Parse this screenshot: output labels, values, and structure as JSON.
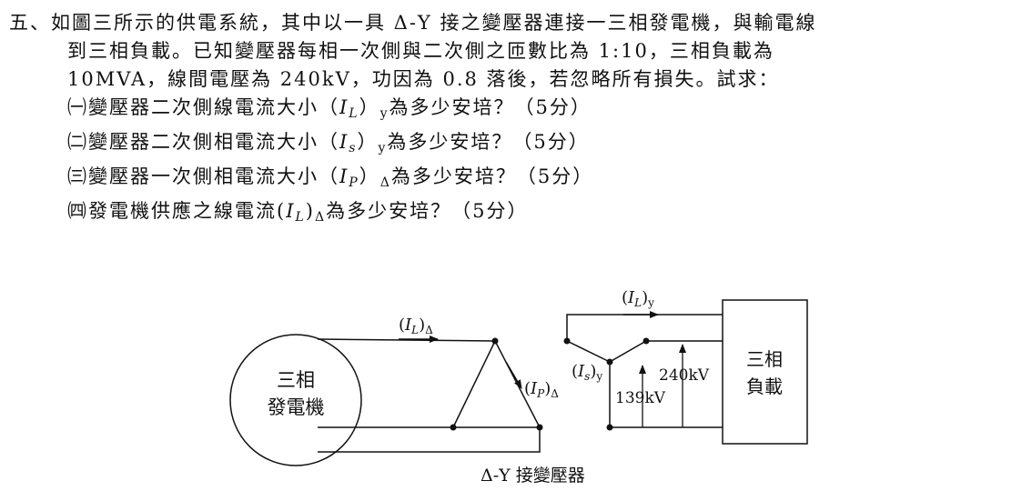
{
  "problem": {
    "header_label": "五、",
    "header_text": "如圖三所示的供電系統，其中以一具 Δ-Y 接之變壓器連接一三相發電機，與輸電線",
    "line2": "到三相負載。已知變壓器每相一次側與二次側之匝數比為 1:10，三相負載為",
    "line3": "10MVA，線間電壓為 240kV，功因為 0.8 落後，若忽略所有損失。試求：",
    "questions": [
      {
        "marker": "㈠",
        "text": "變壓器二次側線電流大小（",
        "var": "I",
        "var_sub": "L",
        "close": "）",
        "outer_sub": "y",
        "tail": "為多少安培？（5分）"
      },
      {
        "marker": "㈡",
        "text": "變壓器二次側相電流大小（",
        "var": "I",
        "var_sub": "s",
        "close": "）",
        "outer_sub": "y",
        "tail": "為多少安培？（5分）"
      },
      {
        "marker": "㈢",
        "text": "變壓器一次側相電流大小（",
        "var": "I",
        "var_sub": "P",
        "close": "）",
        "outer_sub": "Δ",
        "tail": "為多少安培？（5分）"
      },
      {
        "marker": "㈣",
        "text": "發電機供應之線電流(",
        "var": "I",
        "var_sub": "L",
        "close": ")",
        "outer_sub": "Δ",
        "tail": "為多少安培？（5分）"
      }
    ]
  },
  "diagram": {
    "generator_line1": "三相",
    "generator_line2": "發電機",
    "load_line1": "三相",
    "load_line2": "負載",
    "label_IL_delta": {
      "var": "I",
      "sub": "L",
      "outer": "Δ"
    },
    "label_IP_delta": {
      "var": "I",
      "sub": "P",
      "outer": "Δ"
    },
    "label_IL_y": {
      "var": "I",
      "sub": "L",
      "outer": "y"
    },
    "label_Is_y": {
      "var": "I",
      "sub": "s",
      "outer": "y"
    },
    "voltage_line": "240kV",
    "voltage_phase": "139kV",
    "caption": "Δ-Y 接變壓器"
  }
}
